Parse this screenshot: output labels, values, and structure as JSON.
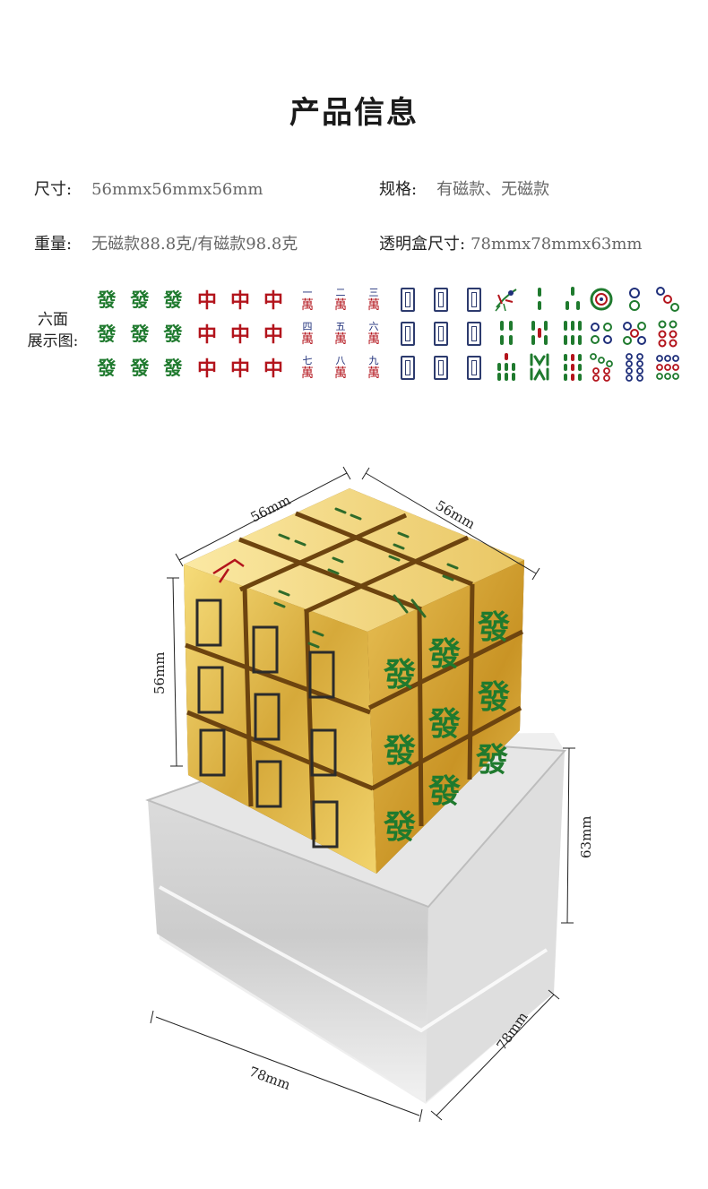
{
  "title": "产品信息",
  "specs": {
    "size_label": "尺寸:",
    "size_value": "56mmx56mmx56mm",
    "spec_label": "规格:",
    "spec_value": "有磁款、无磁款",
    "weight_label": "重量:",
    "weight_value": "无磁款88.8克/有磁款98.8克",
    "box_label": "透明盒尺寸:",
    "box_value": "78mmx78mmx63mm"
  },
  "faces_label_1": "六面",
  "faces_label_2": "展示图:",
  "faces": {
    "fa": "發",
    "zhong": "中",
    "wan_char": "萬",
    "wan_numbers": [
      "一",
      "二",
      "三",
      "四",
      "五",
      "六",
      "七",
      "八",
      "九"
    ]
  },
  "product": {
    "cube_width": "56mm",
    "cube_depth": "56mm",
    "cube_height": "56mm",
    "box_height": "63mm",
    "box_width": "78mm",
    "box_depth": "78mm"
  },
  "colors": {
    "green": "#1f7a2e",
    "red": "#b3141c",
    "blue": "#1f2f7a",
    "gold": "#d9b441"
  }
}
